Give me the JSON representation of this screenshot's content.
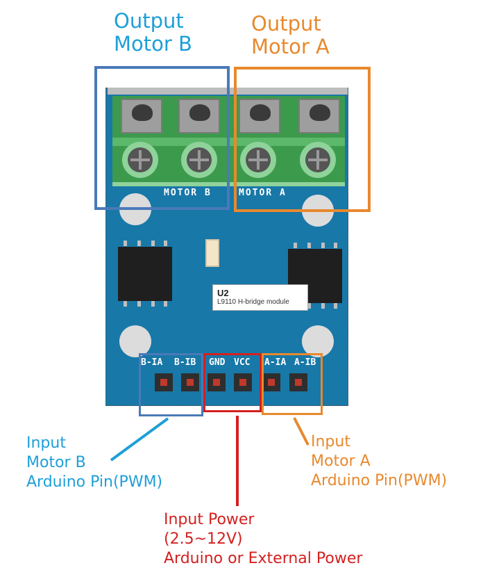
{
  "labels": {
    "output_b_line1": "Output",
    "output_b_line2": "Motor B",
    "output_a_line1": "Output",
    "output_a_line2": "Motor A",
    "input_b_line1": "Input",
    "input_b_line2": "Motor B",
    "input_b_line3": "Arduino Pin(PWM)",
    "input_a_line1": "Input",
    "input_a_line2": "Motor A",
    "input_a_line3": "Arduino Pin(PWM)",
    "power_line1": "Input Power",
    "power_line2": "(2.5~12V)",
    "power_line3": "Arduino or External Power"
  },
  "board": {
    "silk_motor_b": "MOTOR B",
    "silk_motor_a": "MOTOR A",
    "pins": [
      "B-IA",
      "B-IB",
      "GND",
      "VCC",
      "A-IA",
      "A-IB"
    ],
    "tooltip_title": "U2",
    "tooltip_text": "L9110 H-bridge module"
  },
  "colors": {
    "blue_label": "#1e9fd8",
    "orange_label": "#e8892e",
    "red_label": "#d42020",
    "board": "#1878a8",
    "terminal": "#3c9a4c"
  }
}
